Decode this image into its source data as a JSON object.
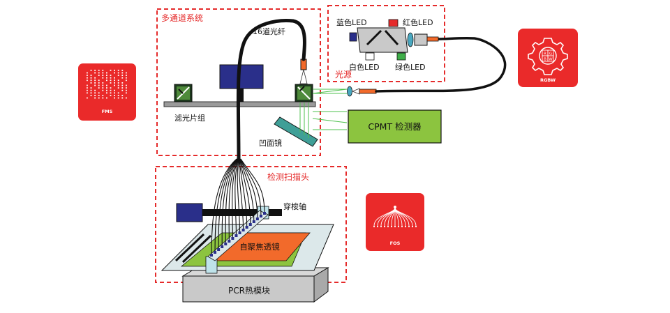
{
  "labels": {
    "multichannel_system": "多通道系统",
    "fiber_16": "16道光纤",
    "filter_set": "滤光片组",
    "concave_mirror": "凹面镜",
    "light_source": "光源",
    "blue_led": "蓝色LED",
    "red_led": "红色LED",
    "white_led": "白色LED",
    "green_led": "绿色LED",
    "cpmt_detector": "CPMT 检测器",
    "detection_head": "检测扫描头",
    "shuttle_axis": "穿梭轴",
    "autofocus_lens": "自聚焦透镜",
    "pcr_module": "PCR热模块"
  },
  "badges": {
    "fms": "FMS",
    "rgbw": "RGBW",
    "fos": "FOS"
  },
  "rgbw_grid": [
    "R",
    "G",
    "B",
    "W"
  ],
  "colors": {
    "dashed_frame": "#e52b2b",
    "badge_red": "#ea2a2a",
    "fiber": "#111111",
    "blue_block": "#2a2f8a",
    "cpmt_green": "#8cc43f",
    "mirror_teal": "#3f9f97",
    "led_red": "#e52b2b",
    "led_green": "#3fae49",
    "led_blue": "#2a2f8a",
    "glass": "#dce8ea",
    "orange_chip": "#f26a2b",
    "pcr_gray": "#c9c9c9",
    "beam_green": "#4cc04c",
    "lens_cyan": "#49a8c0"
  }
}
